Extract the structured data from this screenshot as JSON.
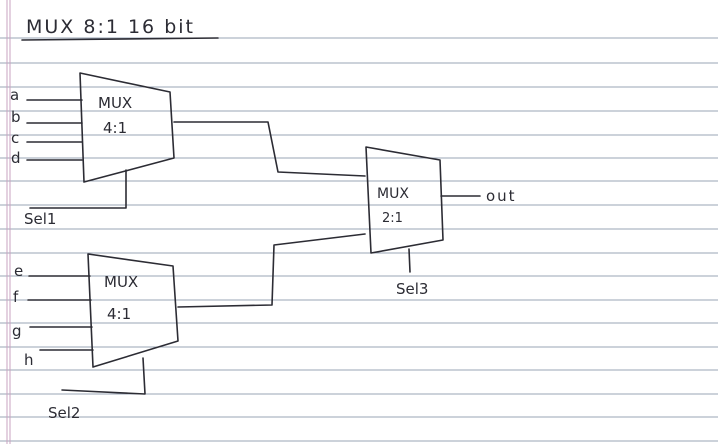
{
  "title": "MUX 8:1 16 bit",
  "mux_top": {
    "line1": "MUX",
    "line2": "4:1"
  },
  "mux_bottom": {
    "line1": "MUX",
    "line2": "4:1"
  },
  "mux_final": {
    "line1": "MUX",
    "line2": "2:1"
  },
  "inputs_top": [
    "a",
    "b",
    "c",
    "d"
  ],
  "inputs_bottom": [
    "e",
    "f",
    "g",
    "h"
  ],
  "sel_top": "Sel1",
  "sel_bottom": "Sel2",
  "sel_final": "Sel3",
  "output": "out"
}
